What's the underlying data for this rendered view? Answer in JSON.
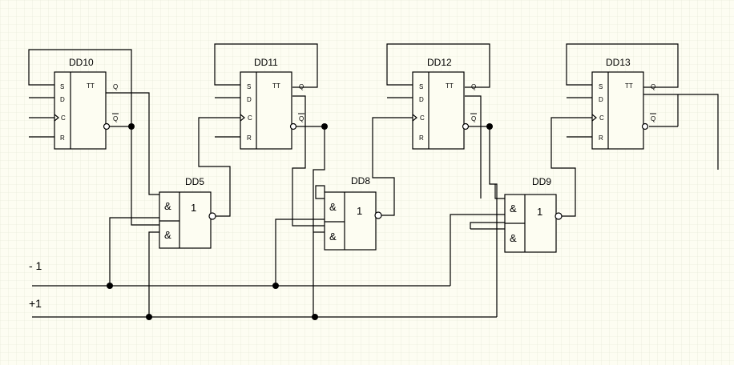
{
  "diagram": {
    "rail_labels": {
      "minus": "- 1",
      "plus": "+1"
    },
    "flipflops": [
      {
        "id": "DD10",
        "pins": {
          "s": "S",
          "d": "D",
          "c": "C",
          "r": "R",
          "type": "TT",
          "q": "Q",
          "nq": "Q"
        }
      },
      {
        "id": "DD11",
        "pins": {
          "s": "S",
          "d": "D",
          "c": "C",
          "r": "R",
          "type": "TT",
          "q": "Q",
          "nq": "Q"
        }
      },
      {
        "id": "DD12",
        "pins": {
          "s": "S",
          "d": "D",
          "c": "C",
          "r": "R",
          "type": "TT",
          "q": "Q",
          "nq": "Q"
        }
      },
      {
        "id": "DD13",
        "pins": {
          "s": "S",
          "d": "D",
          "c": "C",
          "r": "R",
          "type": "TT",
          "q": "Q",
          "nq": "Q"
        }
      }
    ],
    "gates": [
      {
        "id": "DD5",
        "and_symbol": "&",
        "or_symbol": "1"
      },
      {
        "id": "DD8",
        "and_symbol": "&",
        "or_symbol": "1"
      },
      {
        "id": "DD9",
        "and_symbol": "&",
        "or_symbol": "1"
      }
    ],
    "colors": {
      "background": "#fdfdf2",
      "grid": "#dfe3cf",
      "line": "#000000"
    }
  }
}
